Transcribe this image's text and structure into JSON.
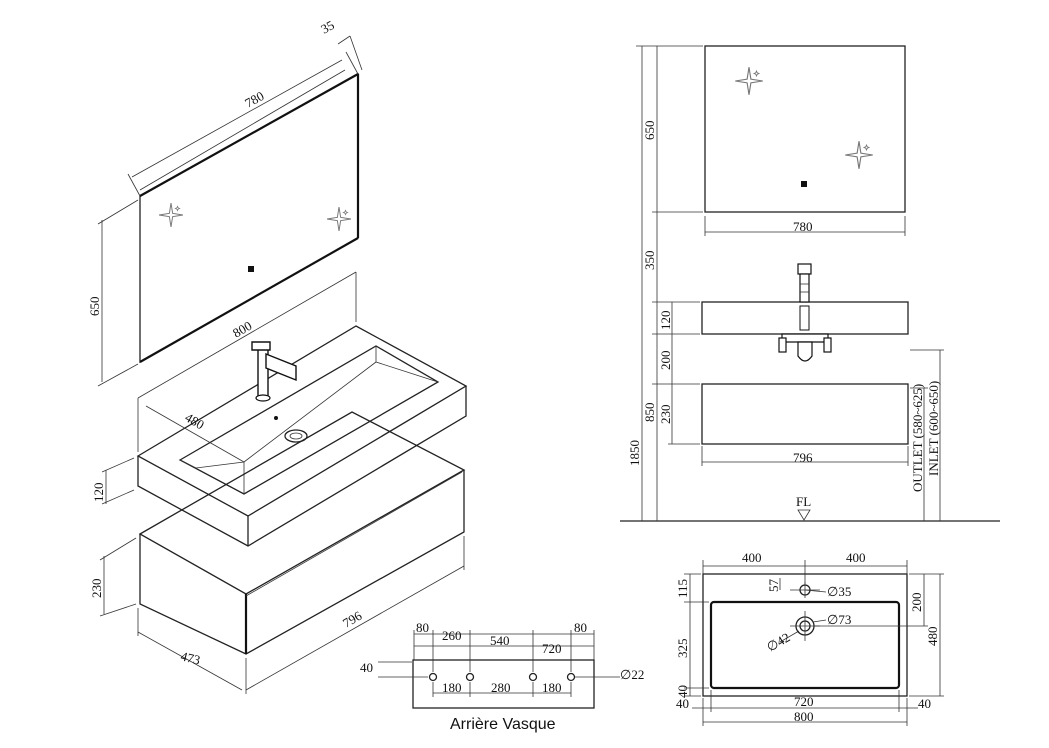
{
  "iso_view": {
    "mirror_depth": "35",
    "mirror_width": "780",
    "mirror_height": "650",
    "basin_width": "800",
    "basin_depth": "480",
    "basin_height": "120",
    "cabinet_height": "230",
    "cabinet_width": "796",
    "cabinet_depth": "473"
  },
  "front_view": {
    "mirror_height": "650",
    "mirror_width": "780",
    "gap_mirror_basin": "350",
    "total_height": "1850",
    "basin_height": "120",
    "gap_basin_cabinet": "200",
    "floor_to_basin": "850",
    "cabinet_height": "230",
    "cabinet_width": "796",
    "outlet_label": "OUTLET (580~625)",
    "inlet_label": "INLET (600~650)",
    "floor_label": "FL"
  },
  "top_view": {
    "half_width_left": "400",
    "half_width_right": "400",
    "tap_offset": "57",
    "tap_hole": "∅35",
    "drain_hole": "∅73",
    "drain_inner": "∅42",
    "depth_front": "115",
    "depth_middle": "325",
    "depth_back": "40",
    "right_top": "200",
    "right_total": "480",
    "margin_left": "40",
    "bowl_width": "720",
    "margin_right": "40",
    "total_width": "800"
  },
  "back_view": {
    "caption": "Arrière Vasque",
    "top_dims": [
      "80",
      "260",
      "540",
      "720",
      "80"
    ],
    "height_dim": "40",
    "hole_diameter": "∅22",
    "bottom_dims": [
      "180",
      "280",
      "180"
    ]
  }
}
